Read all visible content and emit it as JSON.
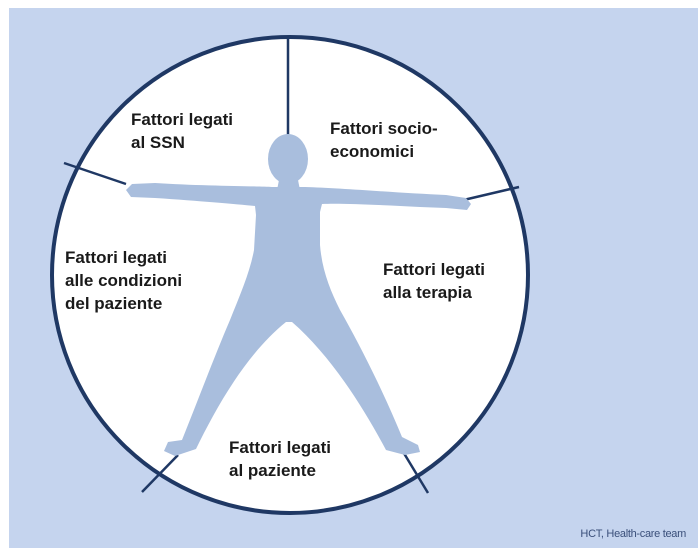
{
  "segments": {
    "ssn": {
      "line1": "Fattori legati",
      "line2": "al SSN"
    },
    "socioeconomic": {
      "line1": "Fattori socio-",
      "line2": "economici"
    },
    "patient_conditions": {
      "line1": "Fattori legati",
      "line2": "alle condizioni",
      "line3": "del paziente"
    },
    "therapy": {
      "line1": "Fattori legati",
      "line2": "alla terapia"
    },
    "patient": {
      "line1": "Fattori legati",
      "line2": "al paziente"
    }
  },
  "footer": {
    "text": "HCT, Health-care team"
  },
  "colors": {
    "background": "#c5d4ee",
    "circle_fill": "#ffffff",
    "circle_stroke": "#1f3864",
    "figure": "#a9bedd"
  },
  "icons": {
    "figure": "human-figure-icon"
  }
}
